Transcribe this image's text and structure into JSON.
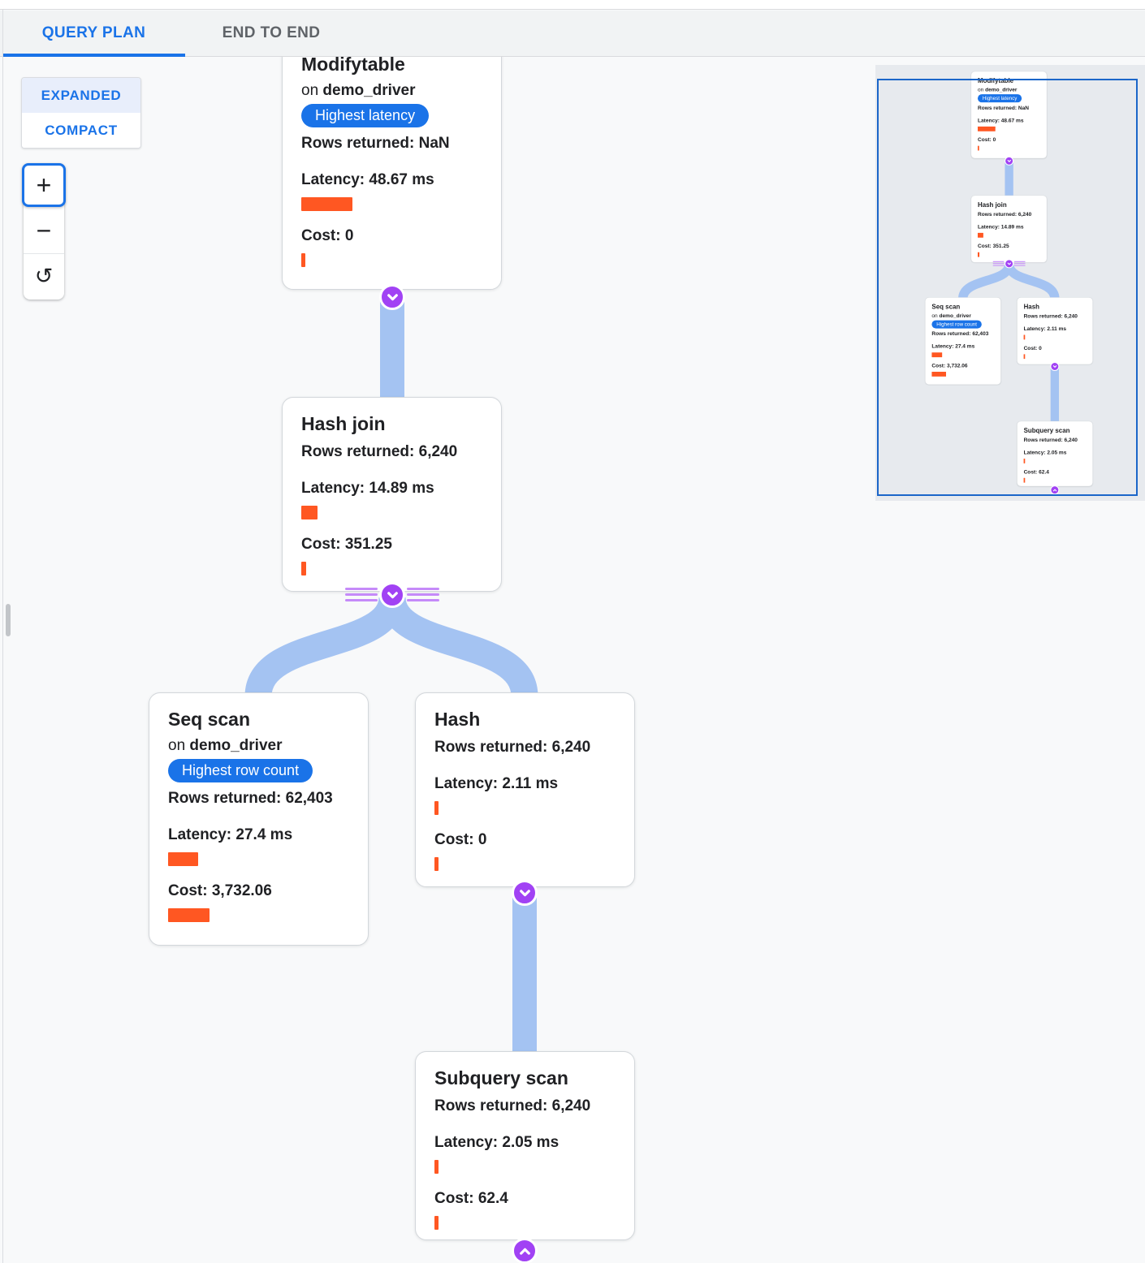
{
  "tabs": {
    "query_plan": "QUERY PLAN",
    "end_to_end": "END TO END"
  },
  "view_toggle": {
    "expanded": "EXPANDED",
    "compact": "COMPACT"
  },
  "zoom_controls": {
    "zoom_in": "+",
    "zoom_out": "−",
    "reset": "↺"
  },
  "labels": {
    "on": "on",
    "rows": "Rows returned:",
    "latency": "Latency:",
    "cost": "Cost:"
  },
  "colors": {
    "accent_blue": "#1a73e8",
    "badge_blue": "#1a73e8",
    "bar_orange": "#ff5722",
    "edge_blue": "#a4c3f2",
    "connector_purple": "#a142f4",
    "stripe_purple": "#c58af9",
    "minimap_viewport_border": "#1b66c9"
  },
  "nodes": [
    {
      "title": "Modifytable",
      "table": "demo_driver",
      "badge": "Highest latency",
      "rows": "NaN",
      "latency": "48.67 ms",
      "cost": "0",
      "latency_bar": 63,
      "cost_bar": 5
    },
    {
      "title": "Hash join",
      "rows": "6,240",
      "latency": "14.89 ms",
      "cost": "351.25",
      "latency_bar": 20,
      "cost_bar": 6
    },
    {
      "title": "Seq scan",
      "table": "demo_driver",
      "badge": "Highest row count",
      "rows": "62,403",
      "latency": "27.4 ms",
      "cost": "3,732.06",
      "latency_bar": 37,
      "cost_bar": 51
    },
    {
      "title": "Hash",
      "rows": "6,240",
      "latency": "2.11 ms",
      "cost": "0",
      "latency_bar": 5,
      "cost_bar": 5
    },
    {
      "title": "Subquery scan",
      "rows": "6,240",
      "latency": "2.05 ms",
      "cost": "62.4",
      "latency_bar": 5,
      "cost_bar": 5
    }
  ]
}
